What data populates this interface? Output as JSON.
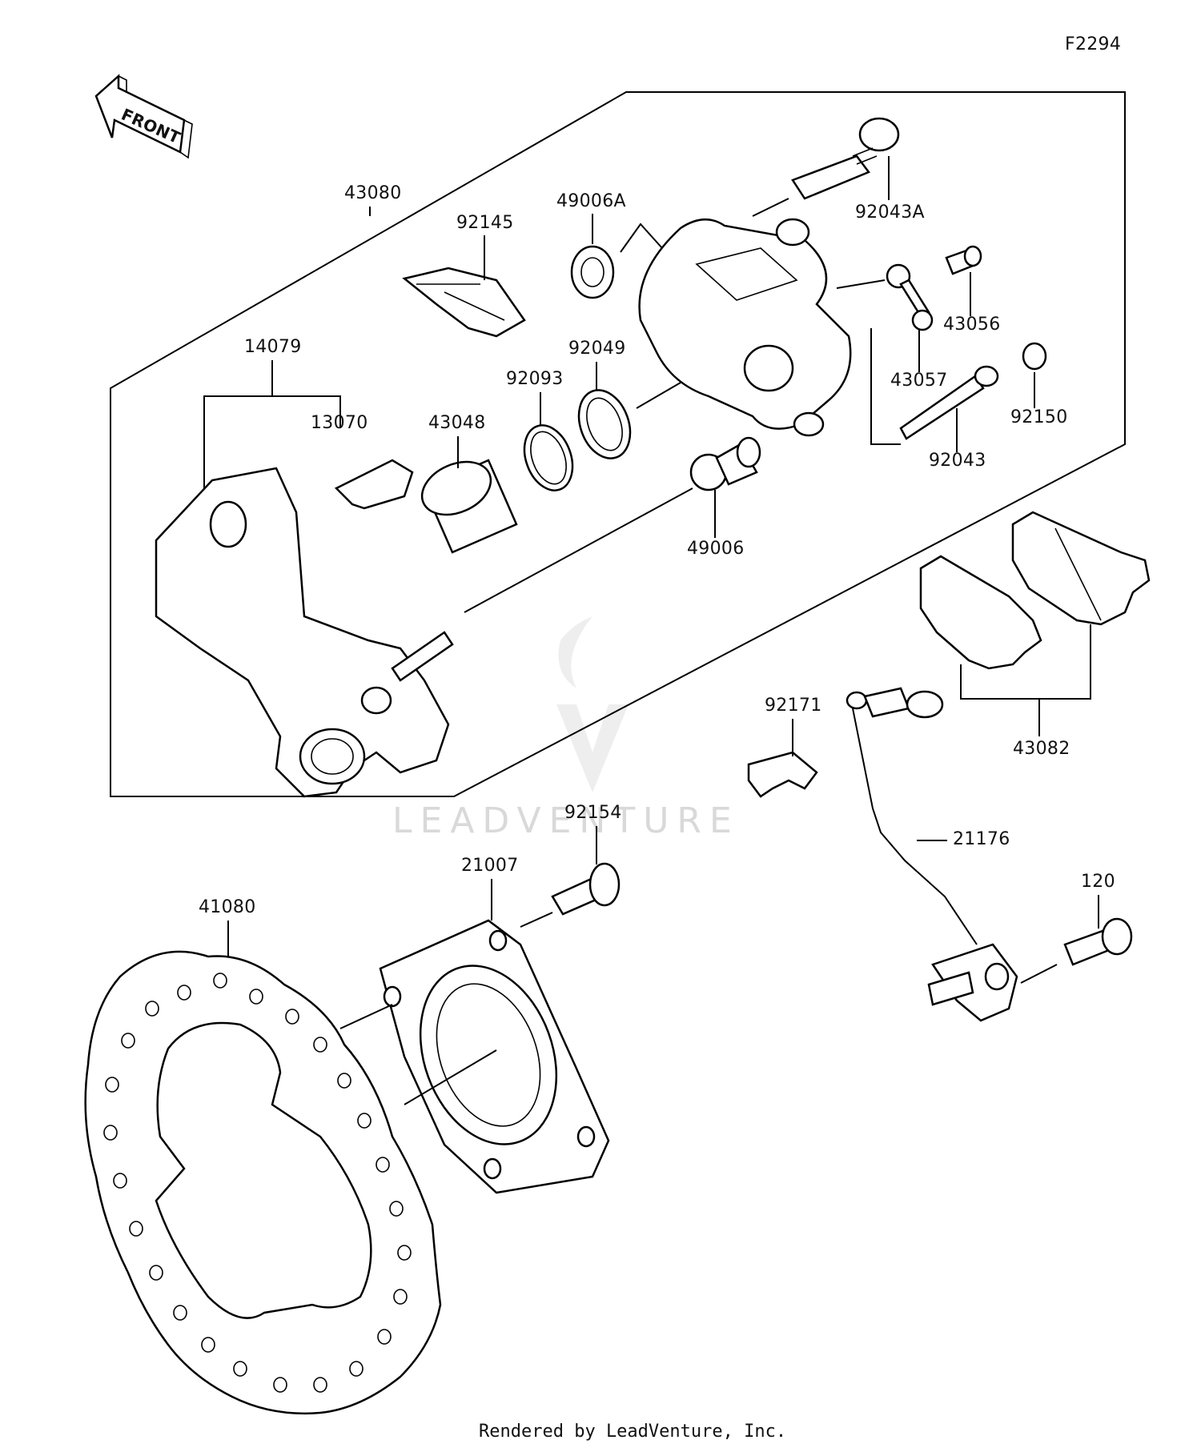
{
  "figure_code": "F2294",
  "front_label": "FRONT",
  "watermark": "LEADVENTURE",
  "footer": "Rendered by LeadVenture, Inc.",
  "callouts": [
    {
      "id": "c-43080",
      "text": "43080"
    },
    {
      "id": "c-92145",
      "text": "92145"
    },
    {
      "id": "c-49006A",
      "text": "49006A"
    },
    {
      "id": "c-92043A",
      "text": "92043A"
    },
    {
      "id": "c-43056",
      "text": "43056"
    },
    {
      "id": "c-43057",
      "text": "43057"
    },
    {
      "id": "c-92150",
      "text": "92150"
    },
    {
      "id": "c-92043",
      "text": "92043"
    },
    {
      "id": "c-14079",
      "text": "14079"
    },
    {
      "id": "c-13070",
      "text": "13070"
    },
    {
      "id": "c-43048",
      "text": "43048"
    },
    {
      "id": "c-92093",
      "text": "92093"
    },
    {
      "id": "c-92049",
      "text": "92049"
    },
    {
      "id": "c-49006",
      "text": "49006"
    },
    {
      "id": "c-43082",
      "text": "43082"
    },
    {
      "id": "c-92171",
      "text": "92171"
    },
    {
      "id": "c-21176",
      "text": "21176"
    },
    {
      "id": "c-92154",
      "text": "92154"
    },
    {
      "id": "c-21007",
      "text": "21007"
    },
    {
      "id": "c-41080",
      "text": "41080"
    },
    {
      "id": "c-120",
      "text": "120"
    }
  ]
}
